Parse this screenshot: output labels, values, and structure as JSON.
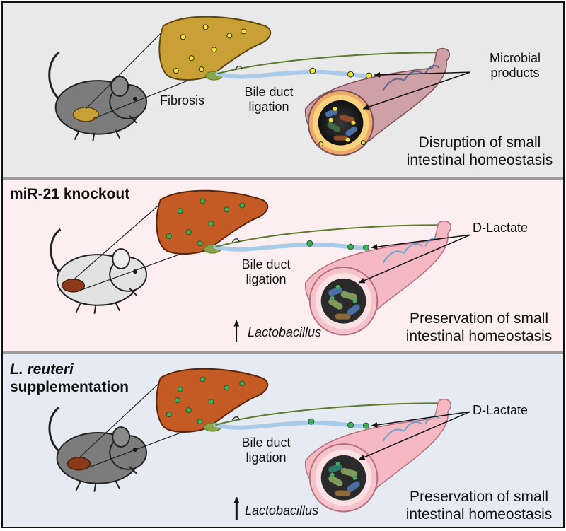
{
  "figure": {
    "background_colors": {
      "panel1": "#e9e9e9",
      "panel2": "#fdeef1",
      "panel3": "#e6ebf3"
    },
    "accent_colors": {
      "liver_fibrotic": "#c9a035",
      "liver_healthy": "#c45a24",
      "microbial_dot": "#f4e332",
      "lactate_dot": "#3fae5a",
      "intestine_panel1": "#cfa1a6",
      "intestine_pink": "#f4b9c3",
      "bile_duct": "#a9cbe8",
      "nerve_line": "#5b7a2a"
    }
  },
  "panel1": {
    "title": "",
    "liver_label": "Fibrosis",
    "bile_line1": "Bile duct",
    "bile_line2": "ligation",
    "product_line1": "Microbial",
    "product_line2": "products",
    "outcome_line1": "Disruption of small",
    "outcome_line2": "intestinal homeostasis"
  },
  "panel2": {
    "title": "miR-21 knockout",
    "bile_line1": "Bile duct",
    "bile_line2": "ligation",
    "product_label": "D-Lactate",
    "bacteria_label": "Lactobacillus",
    "outcome_line1": "Preservation of small",
    "outcome_line2": "intestinal homeostasis"
  },
  "panel3": {
    "title_line1": "L. reuteri",
    "title_line2": "supplementation",
    "bile_line1": "Bile duct",
    "bile_line2": "ligation",
    "product_label": "D-Lactate",
    "bacteria_label": "Lactobacillus",
    "outcome_line1": "Preservation of small",
    "outcome_line2": "intestinal homeostasis"
  }
}
